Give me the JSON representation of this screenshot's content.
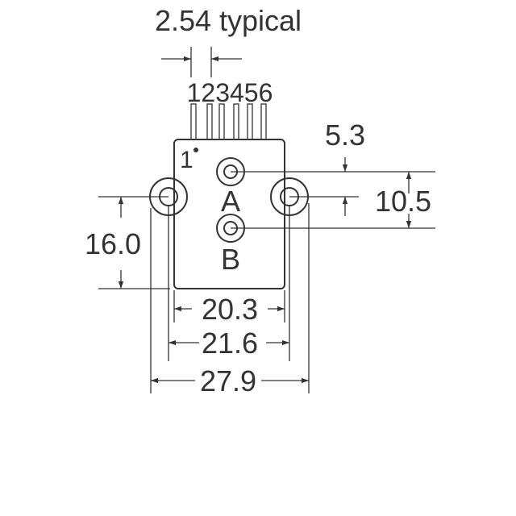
{
  "pitch_label": "2.54 typical",
  "pin_numbers": "123456",
  "pin1_marker": "1",
  "port_labels": {
    "a": "A",
    "b": "B"
  },
  "dimensions": {
    "offset_top": "5.3",
    "port_spacing": "10.5",
    "mount_height": "16.0",
    "body_width": "20.3",
    "mount_spacing": "21.6",
    "overall_width": "27.9"
  }
}
